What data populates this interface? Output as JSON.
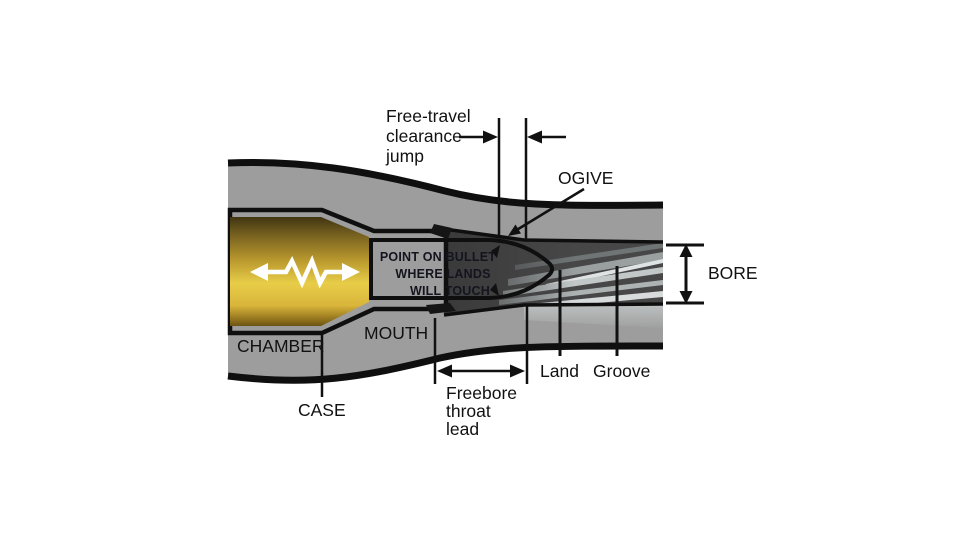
{
  "title": "Cartridge chamber and bore cross-section diagram",
  "labels": {
    "free_travel": [
      "Free-travel",
      "clearance",
      "jump"
    ],
    "ogive": "OGIVE",
    "bullet_note": [
      "POINT ON BULLET",
      "WHERE LANDS",
      "WILL TOUCH"
    ],
    "bore": "BORE",
    "mouth": "MOUTH",
    "chamber": "CHAMBER",
    "case": "CASE",
    "freebore": [
      "Freebore",
      "throat",
      "lead"
    ],
    "land": "Land",
    "groove": "Groove"
  },
  "colors": {
    "background": "#ffffff",
    "barrel_gray": "#9d9d9d",
    "outline_black": "#0f0f0f",
    "case_wall_cream": "#f2e4ab",
    "powder_gold_bright": "#e8cd48",
    "powder_gold_dark": "#5f4a10",
    "bullet_copper_light": "#edd8a8",
    "bullet_copper_dark": "#744e12",
    "throat_dark": "#474747",
    "rifling_light": "#c2c7c7",
    "annotation": "#111111",
    "spring_arrow": "#ffffff",
    "bullet_text": "#14141f"
  }
}
